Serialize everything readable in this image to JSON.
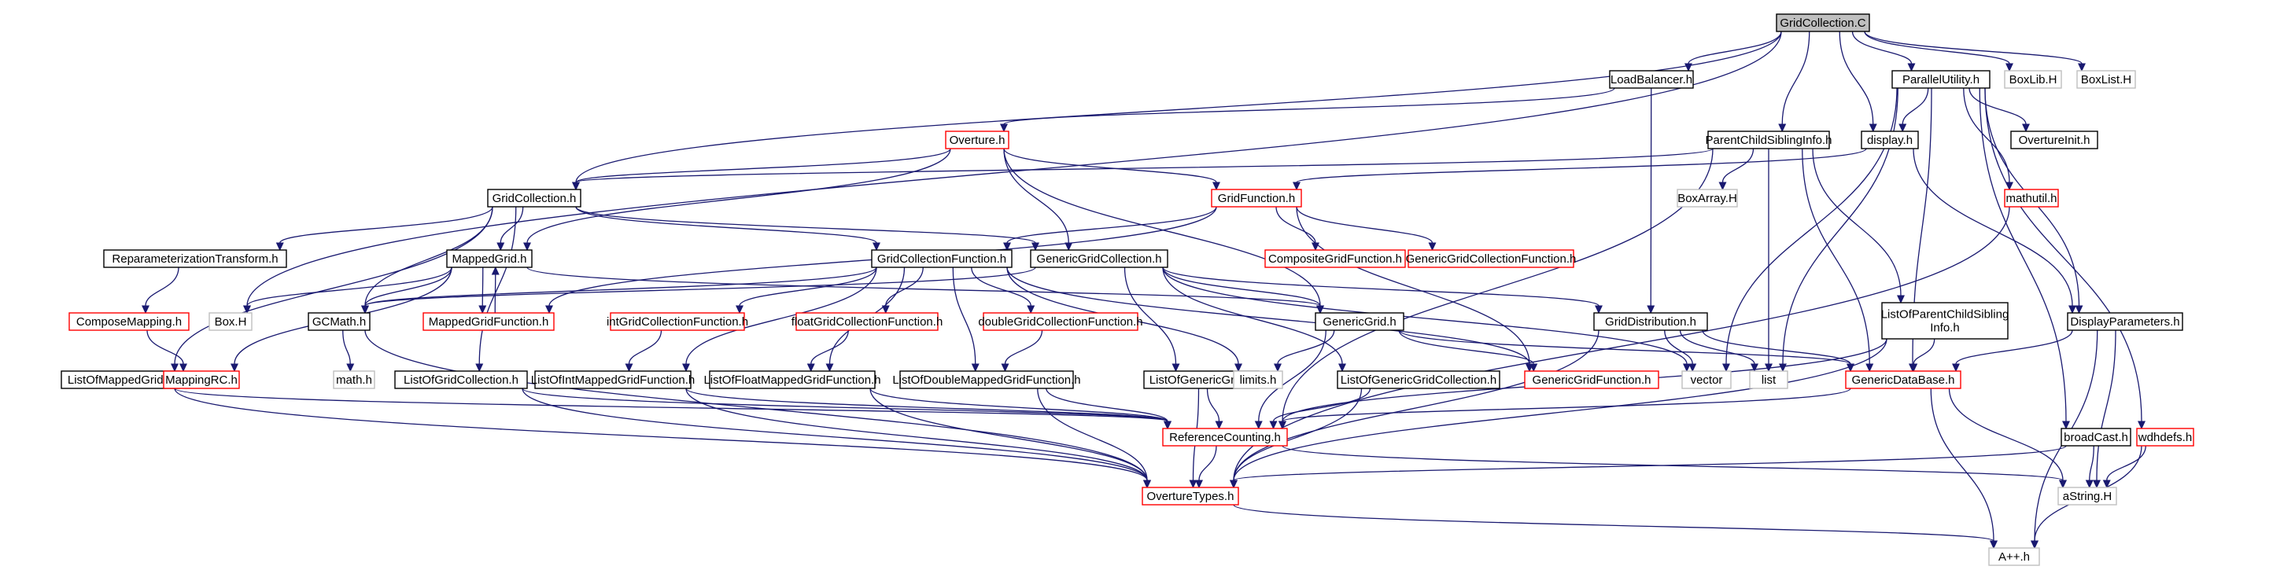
{
  "diagram": {
    "type": "include-dependency-graph",
    "colors": {
      "edge": "#191970",
      "root_fill": "#bfbfbf",
      "root_border": "#000000",
      "documented_border": "#000000",
      "undocumented_border": "#ff0000",
      "system_border": "#bfbfbf",
      "node_fill": "#ffffff"
    },
    "nodes": [
      {
        "id": "root",
        "label": "GridCollection.C",
        "kind": "root"
      },
      {
        "id": "loadbalancer",
        "label": "LoadBalancer.h",
        "kind": "documented"
      },
      {
        "id": "parallelutility",
        "label": "ParallelUtility.h",
        "kind": "documented"
      },
      {
        "id": "boxlib",
        "label": "BoxLib.H",
        "kind": "system"
      },
      {
        "id": "boxlist",
        "label": "BoxList.H",
        "kind": "system"
      },
      {
        "id": "overture",
        "label": "Overture.h",
        "kind": "undocumented"
      },
      {
        "id": "parentchild",
        "label": "ParentChildSiblingInfo.h",
        "kind": "documented"
      },
      {
        "id": "display",
        "label": "display.h",
        "kind": "documented"
      },
      {
        "id": "overtureinit",
        "label": "OvertureInit.h",
        "kind": "documented"
      },
      {
        "id": "gridcollection",
        "label": "GridCollection.h",
        "kind": "documented"
      },
      {
        "id": "gridfunction",
        "label": "GridFunction.h",
        "kind": "undocumented"
      },
      {
        "id": "boxarray",
        "label": "BoxArray.H",
        "kind": "system"
      },
      {
        "id": "mathutil",
        "label": "mathutil.h",
        "kind": "undocumented"
      },
      {
        "id": "reparam",
        "label": "ReparameterizationTransform.h",
        "kind": "documented"
      },
      {
        "id": "compositegf",
        "label": "CompositeGridFunction.h",
        "kind": "undocumented"
      },
      {
        "id": "genericgcf",
        "label": "GenericGridCollectionFunction.h",
        "kind": "undocumented"
      },
      {
        "id": "mappedgrid",
        "label": "MappedGrid.h",
        "kind": "documented"
      },
      {
        "id": "gridcollectionfunction",
        "label": "GridCollectionFunction.h",
        "kind": "documented"
      },
      {
        "id": "genericgridcollection",
        "label": "GenericGridCollection.h",
        "kind": "documented"
      },
      {
        "id": "composemapping",
        "label": "ComposeMapping.h",
        "kind": "undocumented"
      },
      {
        "id": "boxh",
        "label": "Box.H",
        "kind": "system"
      },
      {
        "id": "gcmath",
        "label": "GCMath.h",
        "kind": "documented"
      },
      {
        "id": "mappedgridfunction",
        "label": "MappedGridFunction.h",
        "kind": "undocumented"
      },
      {
        "id": "intgcf",
        "label": "intGridCollectionFunction.h",
        "kind": "undocumented"
      },
      {
        "id": "floatgcf",
        "label": "floatGridCollectionFunction.h",
        "kind": "undocumented"
      },
      {
        "id": "doublegcf",
        "label": "doubleGridCollectionFunction.h",
        "kind": "undocumented"
      },
      {
        "id": "genericgrid",
        "label": "GenericGrid.h",
        "kind": "documented"
      },
      {
        "id": "griddistribution",
        "label": "GridDistribution.h",
        "kind": "documented"
      },
      {
        "id": "listofparentchild",
        "label": "ListOfParentChildSibling\nInfo.h",
        "kind": "documented"
      },
      {
        "id": "displayparameters",
        "label": "DisplayParameters.h",
        "kind": "documented"
      },
      {
        "id": "listofmappedgrid",
        "label": "ListOfMappedGrid.h",
        "kind": "documented"
      },
      {
        "id": "mappingrc",
        "label": "MappingRC.h",
        "kind": "undocumented"
      },
      {
        "id": "mathh",
        "label": "math.h",
        "kind": "system"
      },
      {
        "id": "listofgridcollection",
        "label": "ListOfGridCollection.h",
        "kind": "documented"
      },
      {
        "id": "listofintmgf",
        "label": "ListOfIntMappedGridFunction.h",
        "kind": "documented"
      },
      {
        "id": "listoffloatmgf",
        "label": "ListOfFloatMappedGridFunction.h",
        "kind": "documented"
      },
      {
        "id": "listofdoublemgf",
        "label": "ListOfDoubleMappedGridFunction.h",
        "kind": "documented"
      },
      {
        "id": "listofgenericgrid",
        "label": "ListOfGenericGrid.h",
        "kind": "documented"
      },
      {
        "id": "limits",
        "label": "limits.h",
        "kind": "system"
      },
      {
        "id": "listofgenericgc",
        "label": "ListOfGenericGridCollection.h",
        "kind": "documented"
      },
      {
        "id": "genericgridfunction",
        "label": "GenericGridFunction.h",
        "kind": "undocumented"
      },
      {
        "id": "vector",
        "label": "vector",
        "kind": "system"
      },
      {
        "id": "list",
        "label": "list",
        "kind": "system"
      },
      {
        "id": "genericdatabase",
        "label": "GenericDataBase.h",
        "kind": "undocumented"
      },
      {
        "id": "referencecounting",
        "label": "ReferenceCounting.h",
        "kind": "undocumented"
      },
      {
        "id": "broadcast",
        "label": "broadCast.h",
        "kind": "documented"
      },
      {
        "id": "wdhdefs",
        "label": "wdhdefs.h",
        "kind": "undocumented"
      },
      {
        "id": "overturetypes",
        "label": "OvertureTypes.h",
        "kind": "undocumented"
      },
      {
        "id": "astring",
        "label": "aString.H",
        "kind": "system"
      },
      {
        "id": "applusplus",
        "label": "A++.h",
        "kind": "system"
      }
    ],
    "edges": [
      [
        "root",
        "loadbalancer"
      ],
      [
        "root",
        "parallelutility"
      ],
      [
        "root",
        "boxlib"
      ],
      [
        "root",
        "boxlist"
      ],
      [
        "root",
        "parentchild"
      ],
      [
        "root",
        "display"
      ],
      [
        "root",
        "gridcollection"
      ],
      [
        "root",
        "boxh"
      ],
      [
        "loadbalancer",
        "overture"
      ],
      [
        "loadbalancer",
        "griddistribution"
      ],
      [
        "parallelutility",
        "display"
      ],
      [
        "parallelutility",
        "overtureinit"
      ],
      [
        "parallelutility",
        "mathutil"
      ],
      [
        "parallelutility",
        "displayparameters"
      ],
      [
        "parallelutility",
        "genericdatabase"
      ],
      [
        "parallelutility",
        "list"
      ],
      [
        "parallelutility",
        "vector"
      ],
      [
        "parallelutility",
        "broadcast"
      ],
      [
        "parallelutility",
        "wdhdefs"
      ],
      [
        "overture",
        "gridcollection"
      ],
      [
        "overture",
        "gridfunction"
      ],
      [
        "overture",
        "mappedgrid"
      ],
      [
        "overture",
        "genericgridcollection"
      ],
      [
        "overture",
        "genericgrid"
      ],
      [
        "parentchild",
        "gridcollection"
      ],
      [
        "parentchild",
        "boxarray"
      ],
      [
        "parentchild",
        "list"
      ],
      [
        "parentchild",
        "listofparentchild"
      ],
      [
        "parentchild",
        "genericdatabase"
      ],
      [
        "parentchild",
        "referencecounting"
      ],
      [
        "display",
        "gridfunction"
      ],
      [
        "display",
        "displayparameters"
      ],
      [
        "gridcollection",
        "reparam"
      ],
      [
        "gridcollection",
        "mappedgrid"
      ],
      [
        "gridcollection",
        "gridcollectionfunction"
      ],
      [
        "gridcollection",
        "genericgridcollection"
      ],
      [
        "gridcollection",
        "gcmath"
      ],
      [
        "gridcollection",
        "listofmappedgrid"
      ],
      [
        "gridcollection",
        "listofgridcollection"
      ],
      [
        "gridfunction",
        "compositegf"
      ],
      [
        "gridfunction",
        "genericgcf"
      ],
      [
        "gridfunction",
        "gridcollectionfunction"
      ],
      [
        "gridfunction",
        "mappedgridfunction"
      ],
      [
        "gridfunction",
        "genericgridfunction"
      ],
      [
        "mathutil",
        "overturetypes"
      ],
      [
        "reparam",
        "composemapping"
      ],
      [
        "mappedgrid",
        "mappedgridfunction"
      ],
      [
        "mappedgridfunction",
        "mappedgrid"
      ],
      [
        "mappedgrid",
        "boxh"
      ],
      [
        "mappedgrid",
        "gcmath"
      ],
      [
        "mappedgrid",
        "mappingrc"
      ],
      [
        "mappedgrid",
        "genericgrid"
      ],
      [
        "gridcollectionfunction",
        "intgcf"
      ],
      [
        "gridcollectionfunction",
        "floatgcf"
      ],
      [
        "gridcollectionfunction",
        "doublegcf"
      ],
      [
        "gridcollectionfunction",
        "gcmath"
      ],
      [
        "gridcollectionfunction",
        "listofintmgf"
      ],
      [
        "gridcollectionfunction",
        "listoffloatmgf"
      ],
      [
        "gridcollectionfunction",
        "listofdoublemgf"
      ],
      [
        "gridcollectionfunction",
        "limits"
      ],
      [
        "gridcollectionfunction",
        "genericgridfunction"
      ],
      [
        "genericgridcollection",
        "genericgrid"
      ],
      [
        "genericgridcollection",
        "listofgenericgrid"
      ],
      [
        "genericgridcollection",
        "listofgenericgc"
      ],
      [
        "genericgridcollection",
        "griddistribution"
      ],
      [
        "genericgridcollection",
        "vector"
      ],
      [
        "genericgridcollection",
        "gcmath"
      ],
      [
        "composemapping",
        "mappingrc"
      ],
      [
        "gcmath",
        "mathh"
      ],
      [
        "gcmath",
        "overturetypes"
      ],
      [
        "intgcf",
        "listofintmgf"
      ],
      [
        "floatgcf",
        "listoffloatmgf"
      ],
      [
        "doublegcf",
        "listofdoublemgf"
      ],
      [
        "genericgrid",
        "limits"
      ],
      [
        "genericgrid",
        "referencecounting"
      ],
      [
        "genericgrid",
        "genericgridfunction"
      ],
      [
        "genericgrid",
        "genericdatabase"
      ],
      [
        "griddistribution",
        "vector"
      ],
      [
        "griddistribution",
        "list"
      ],
      [
        "griddistribution",
        "genericdatabase"
      ],
      [
        "griddistribution",
        "overturetypes"
      ],
      [
        "listofparentchild",
        "referencecounting"
      ],
      [
        "listofparentchild",
        "overturetypes"
      ],
      [
        "listofparentchild",
        "genericdatabase"
      ],
      [
        "displayparameters",
        "genericdatabase"
      ],
      [
        "displayparameters",
        "astring"
      ],
      [
        "displayparameters",
        "applusplus"
      ],
      [
        "listofmappedgrid",
        "referencecounting"
      ],
      [
        "listofmappedgrid",
        "overturetypes"
      ],
      [
        "listofgridcollection",
        "referencecounting"
      ],
      [
        "listofgridcollection",
        "overturetypes"
      ],
      [
        "listofintmgf",
        "referencecounting"
      ],
      [
        "listofintmgf",
        "overturetypes"
      ],
      [
        "listoffloatmgf",
        "referencecounting"
      ],
      [
        "listoffloatmgf",
        "overturetypes"
      ],
      [
        "listofdoublemgf",
        "referencecounting"
      ],
      [
        "listofdoublemgf",
        "overturetypes"
      ],
      [
        "listofgenericgrid",
        "referencecounting"
      ],
      [
        "listofgenericgrid",
        "overturetypes"
      ],
      [
        "listofgenericgc",
        "referencecounting"
      ],
      [
        "listofgenericgc",
        "overturetypes"
      ],
      [
        "genericdatabase",
        "referencecounting"
      ],
      [
        "genericdatabase",
        "astring"
      ],
      [
        "genericdatabase",
        "applusplus"
      ],
      [
        "referencecounting",
        "overturetypes"
      ],
      [
        "referencecounting",
        "astring"
      ],
      [
        "broadcast",
        "overturetypes"
      ],
      [
        "broadcast",
        "astring"
      ],
      [
        "wdhdefs",
        "astring"
      ],
      [
        "wdhdefs",
        "applusplus"
      ],
      [
        "overturetypes",
        "applusplus"
      ]
    ]
  }
}
